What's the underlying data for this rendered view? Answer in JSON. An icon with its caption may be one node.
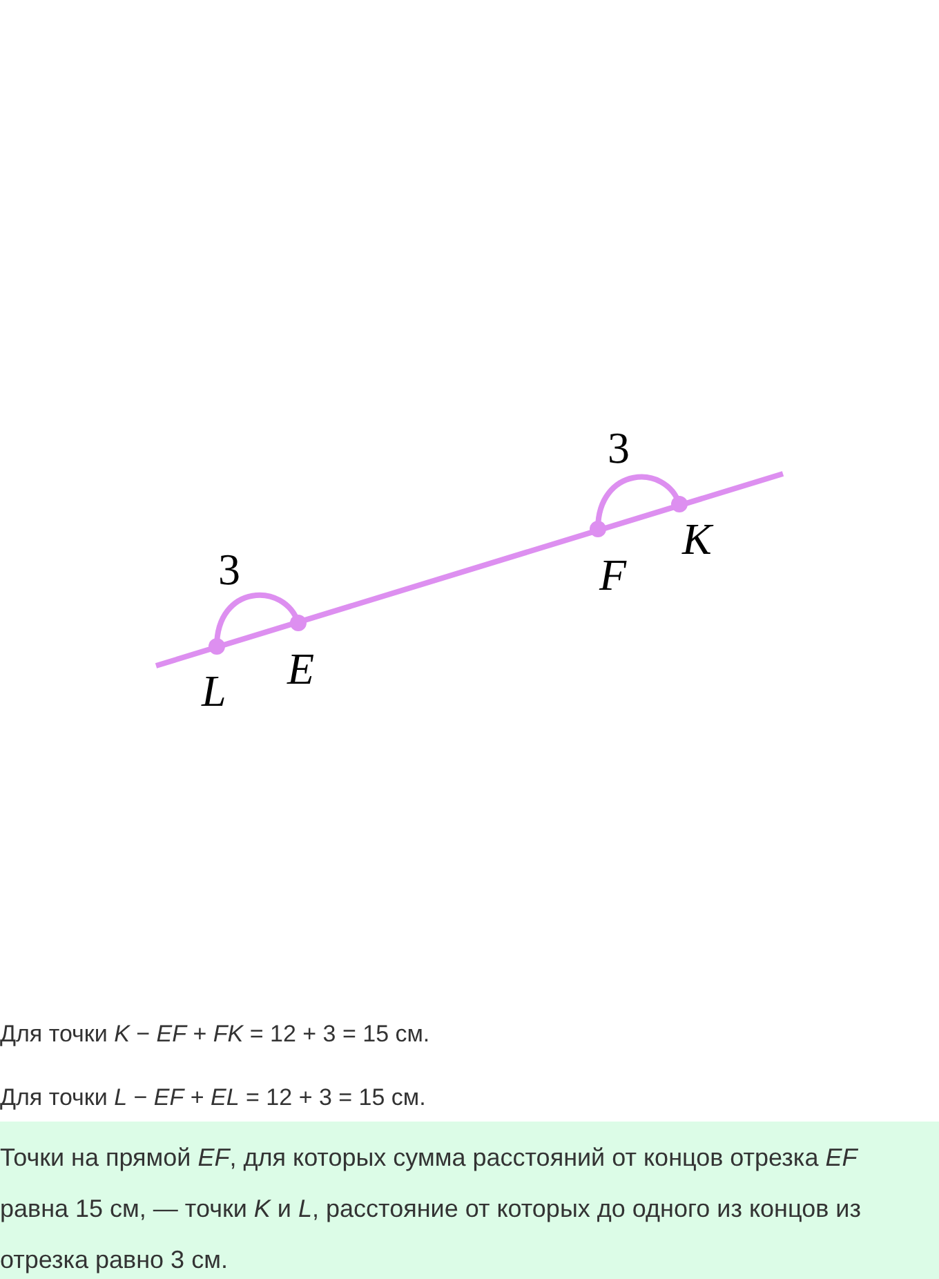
{
  "diagram": {
    "labels": [
      "3",
      "3",
      "K",
      "F",
      "L",
      "E",
      "Для точки *K* − *EF* + *FK* = 12 + 3 = 15 см.",
      "Для точки *L* − *EF* + *EL* = 12 + 3 = 15 см.",
      "Точки на прямой *EF*, для которых сумма расстояний от концов отрезка *EF* равна 15 см, — точки *K* и *L*, расстояние от которых до одного из концов из отрезка равно 3 см."
    ]
  }
}
